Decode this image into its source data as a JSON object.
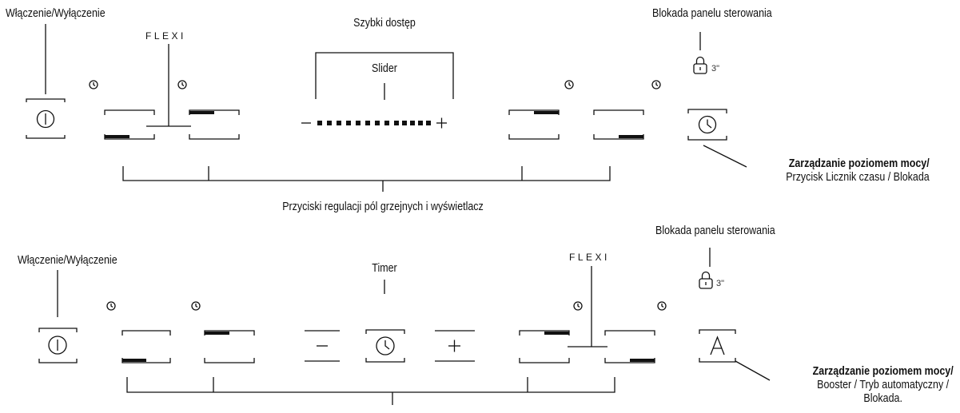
{
  "top_panel": {
    "power_label": "Włączenie/Wyłączenie",
    "flexi_label": "FLEXI",
    "quick_access_label": "Szybki dostęp",
    "slider_label": "Slider",
    "slider_minus": "—",
    "slider_plus": "+",
    "lock_label": "Blokada panelu sterowania",
    "lock_time": "3\"",
    "power_mgmt_title": "Zarządzanie poziomem mocy/",
    "power_mgmt_sub": "Przycisk Licznik czasu / Blokada",
    "zones_label": "Przyciski regulacji pól grzejnych i wyświetlacz"
  },
  "bottom_panel": {
    "power_label": "Włączenie/Wyłączenie",
    "timer_label": "Timer",
    "flexi_label": "FLEXI",
    "minus": "—",
    "plus": "+",
    "lock_label": "Blokada panelu sterowania",
    "lock_time": "3\"",
    "auto_symbol": "A",
    "power_mgmt_title": "Zarządzanie poziomem mocy/",
    "power_mgmt_line2": "Booster / Tryb automatyczny /",
    "power_mgmt_line3": "Blokada."
  },
  "icons": [
    "power-icon",
    "timer-icon",
    "lock-icon",
    "clock-icon"
  ]
}
